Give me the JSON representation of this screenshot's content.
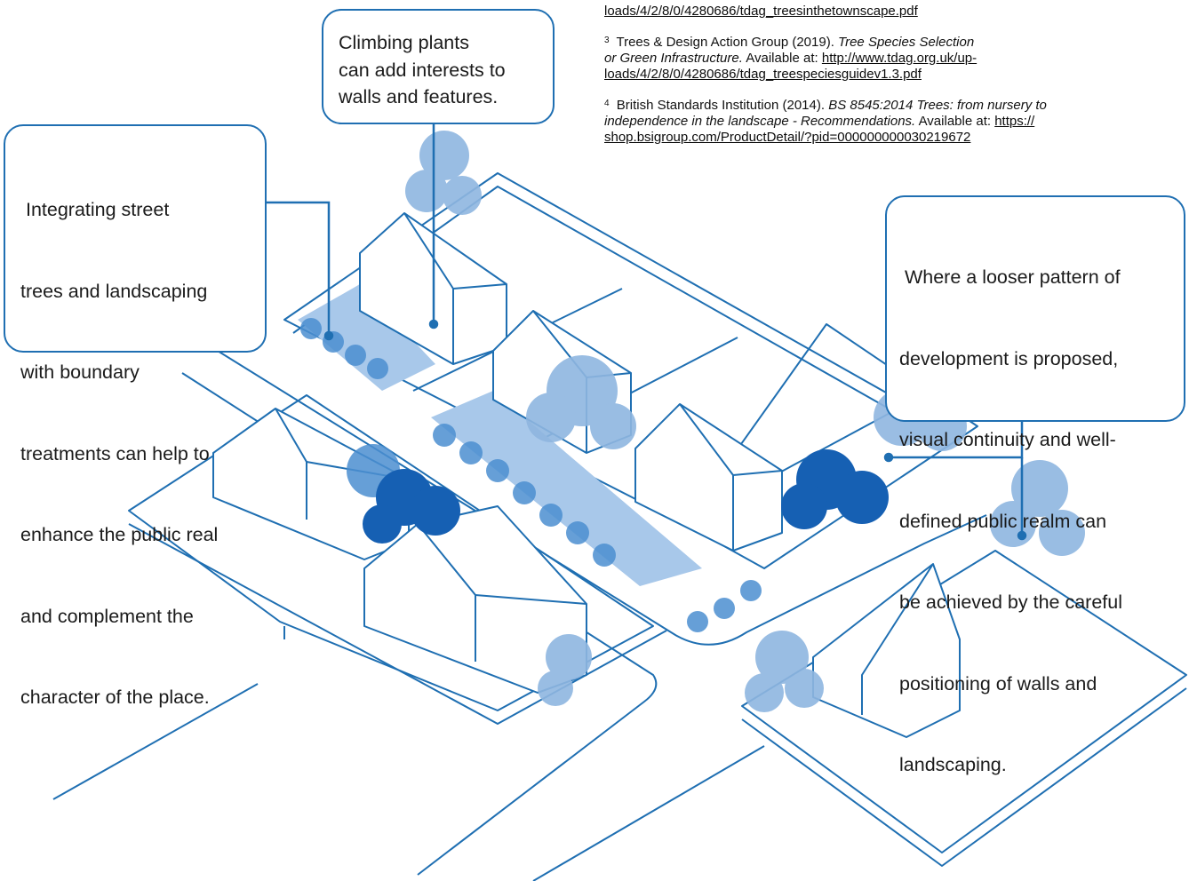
{
  "colors": {
    "line": "#1f6fb2",
    "light": "#8fb6e0",
    "mid": "#4c8fd1",
    "dark": "#1660b3",
    "shade": "#a8c8ea"
  },
  "callouts": {
    "climbing": [
      "Climbing plants",
      "can add interests to",
      "walls and features."
    ],
    "street": [
      " Integrating street",
      "trees and landscaping",
      "with boundary",
      "treatments can help to",
      "enhance the public real",
      "and complement the",
      "character of the place."
    ],
    "looser": [
      " Where a looser pattern of",
      "development is proposed,",
      "visual continuity and well-",
      "defined public realm can",
      "be achieved by the careful",
      "positioning of walls and",
      "landscaping."
    ]
  },
  "references": {
    "ref2_link": "loads/4/2/8/0/4280686/tdag_treesinthetownscape.pdf",
    "ref3": {
      "num": "3",
      "author": "Trees & Design Action Group (2019).",
      "title_1": "Tree Species Selection",
      "title_2": "or Green Infrastructure.",
      "avail": "Available at:",
      "link_1": "http://www.tdag.org.uk/up-",
      "link_2": "loads/4/2/8/0/4280686/tdag_treespeciesguidev1.3.pdf"
    },
    "ref4": {
      "num": "4",
      "author": "British Standards Institution (2014).",
      "title_1": "BS 8545:2014 Trees: from nursery to",
      "title_2": "independence in the landscape - Recommendations.",
      "avail": "Available at:",
      "link_1": "https://",
      "link_2": "shop.bsigroup.com/ProductDetail/?pid=000000000030219672"
    }
  },
  "icons": [
    "tree-icon",
    "hedge-icon",
    "house-icon"
  ]
}
